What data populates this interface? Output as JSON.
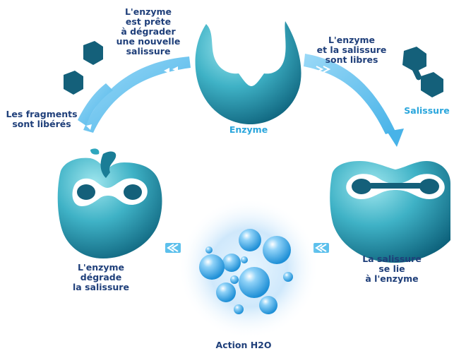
{
  "labels": {
    "enzyme_ready": [
      "L'enzyme",
      "est prête",
      "à dégrader",
      "une nouvelle",
      "salissure"
    ],
    "enzyme_free": [
      "L'enzyme",
      "et la salissure",
      "sont libres"
    ],
    "fragments": [
      "Les fragments",
      "sont libérés"
    ],
    "salissure": "Salissure",
    "enzyme": "Enzyme",
    "enzyme_degrades": [
      "L'enzyme",
      "dégrade",
      "la salissure"
    ],
    "binds": [
      "La salissure",
      "se lie",
      "à l'enzyme"
    ],
    "action": "Action H2O"
  },
  "colors": {
    "label_dark": "#1f3f7a",
    "label_cyan": "#2aa6dc",
    "enzyme_light": "#6fd3e0",
    "enzyme_dark": "#0e6f86",
    "arrow": "#5cc0ec",
    "dirt": "#14607a"
  }
}
